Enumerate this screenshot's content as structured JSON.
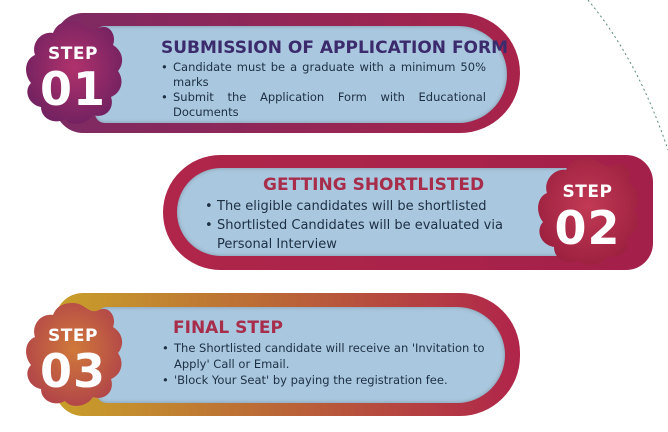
{
  "steps": [
    {
      "word": "STEP",
      "number": "01",
      "title": "SUBMISSION OF APPLICATION FORM",
      "bullets": [
        "Candidate must be a graduate with a minimum 50% marks",
        "Submit the Application Form with Educational Documents"
      ],
      "colors": {
        "frame_from": "#8a2a5e",
        "frame_to": "#b0243f",
        "badge": "#8e2f6e",
        "title": "#3a2a6e"
      }
    },
    {
      "word": "STEP",
      "number": "02",
      "title": "GETTING SHORTLISTED",
      "bullets": [
        "The eligible candidates will be shortlisted",
        "Shortlisted Candidates will be evaluated via Personal Interview"
      ],
      "colors": {
        "frame_from": "#a8244a",
        "frame_to": "#b8304e",
        "badge": "#b02a45",
        "title": "#a72d4b"
      }
    },
    {
      "word": "STEP",
      "number": "03",
      "title": "FINAL STEP",
      "bullets": [
        "The Shortlisted candidate will receive an 'Invitation to Apply' Call or Email.",
        "'Block Your Seat' by paying the registration fee."
      ],
      "colors": {
        "frame_from": "#c9a02a",
        "frame_to": "#b8284a",
        "badge": "#c6842f",
        "title": "#a72d4b"
      }
    }
  ]
}
